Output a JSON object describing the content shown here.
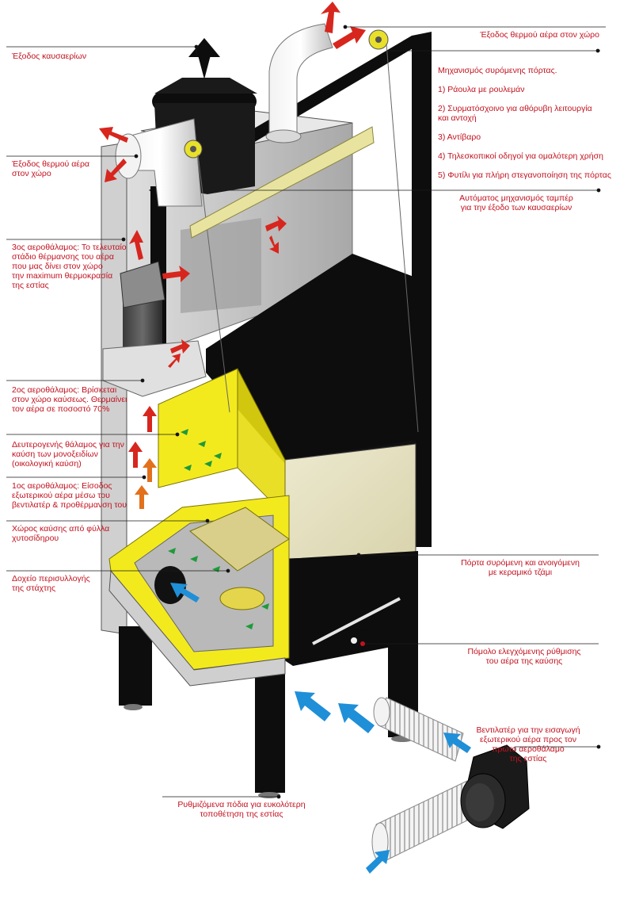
{
  "labels": {
    "hot_air_outlet_top": "Έξοδος θερμού αέρα στον χώρο",
    "flue_outlet": "Έξοδος καυσαερίων",
    "sliding_mechanism_title": "Μηχανισμός συρόμενης πόρτας.",
    "sliding_mechanism_items": [
      "1) Ράουλα με ρουλεμάν",
      "2) Συρματόσχοινο για αθόρυβη λειτουργία\nκαι αντοχή",
      "3) Αντίβαρο",
      "4) Τηλεσκοπικοί οδηγοί για ομαλότερη χρήση",
      "5) Φυτίλι για πλήρη στεγανοποίηση της πόρτας"
    ],
    "hot_air_outlet_left": "Έξοδος θερμού αέρα\nστον χώρο",
    "damper": "Αυτόματος μηχανισμός  ταμπέρ\nγια την έξοδο των καυσαερίων",
    "chamber3": "3ος αεροθάλαμος: Το τελευταίο\nστάδιο θέρμανσης του αέρα\nπου μας δίνει στον χώρο\nτην maximum θερμοκρασία\nτης εστίας",
    "chamber2": "2ος αεροθάλαμος: Βρίσκεται\nστον χώρο καύσεως. Θερμαίνει\nτον αέρα σε ποσοστό 70%",
    "secondary_chamber": "Δευτερογενής θάλαμος για την\nκαύση των μονοξειδίων\n(οικολογική καύση)",
    "chamber1": "1ος αεροθάλαμος: Είσοδος\nεξωτερικού αέρα μέσω του\nβεντιλατέρ & προθέρμανση του",
    "combustion_space": "Χώρος καύσης από φύλλα\nχυτοσίδηρου",
    "sliding_door": "Πόρτα συρόμενη και ανοιγόμενη\nμε κεραμικό τζάμι",
    "ash_box": "Δοχείο περισυλλογής\nτης στάχτης",
    "air_knob": "Πόμολο ελεγχόμενης ρύθμισης\nτου αέρα της καύσης",
    "fan": "Βεντιλατέρ για την εισαγωγή\nεξωτερικού αέρα προς τον\nπρώτο αεροθάλαμο\nτης εστίας",
    "feet": "Ρυθμιζόμενα πόδια για ευκολότερη\nτοποθέτηση της εστίας"
  },
  "colors": {
    "label_text": "#c1121f",
    "leader_line": "#1a1a1a",
    "leader_dot": "#111111",
    "body_black": "#0d0d0d",
    "panel_grey": "#c8c8c8",
    "cast_iron_yellow": "#f3ea1e",
    "glass": "#e6e3c4",
    "hot_arrow": "#d7261e",
    "preheat_arrow": "#e2701c",
    "cold_arrow": "#1f8fd8",
    "gas_arrow": "#1e9a3a"
  }
}
